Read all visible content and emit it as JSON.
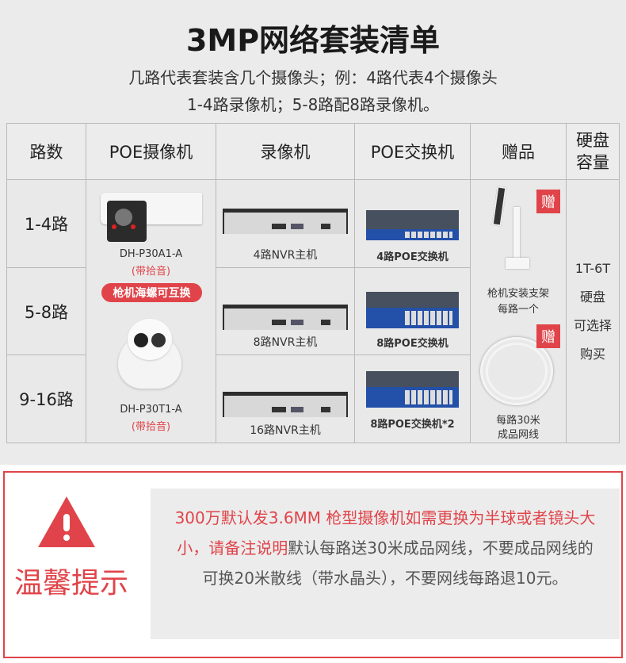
{
  "title": "3MP网络套装清单",
  "subtitle_lines": [
    "几路代表套装含几个摄像头；例：4路代表4个摄像头",
    "1-4路录像机；5-8路配8路录像机。"
  ],
  "table": {
    "headers": [
      "路数",
      "POE摄像机",
      "录像机",
      "POE交换机",
      "赠品",
      "硬盘容量"
    ],
    "rows": [
      {
        "channels": "1-4路",
        "nvr": "4路NVR主机",
        "switch": "4路POE交换机"
      },
      {
        "channels": "5-8路",
        "nvr": "8路NVR主机",
        "switch": "8路POE交换机"
      },
      {
        "channels": "9-16路",
        "nvr": "16路NVR主机",
        "switch": "8路POE交换机*2"
      }
    ],
    "cameras": [
      {
        "model": "DH-P30A1-A",
        "note": "(带拾音)"
      },
      {
        "model": "DH-P30T1-A",
        "note": "(带拾音)"
      }
    ],
    "camera_badge": "枪机海螺可互换",
    "gifts": [
      {
        "badge": "赠",
        "label_lines": [
          "枪机安装支架",
          "每路一个"
        ]
      },
      {
        "badge": "赠",
        "label_lines": [
          "每路30米",
          "成品网线"
        ]
      }
    ],
    "disk_lines": [
      "1T-6T",
      "硬盘",
      "可选择",
      "购买"
    ]
  },
  "notice": {
    "heading": "温馨提示",
    "red_text_1": "300万默认发3.6MM 枪型摄像机如需更换为半球或者镜头大小，请备注说明",
    "gray_text": "默认每路送30米成品网线，不要成品网线的可换20米散线（带水晶头），不要网线每路退10元。",
    "accent_color": "#e0444a"
  }
}
